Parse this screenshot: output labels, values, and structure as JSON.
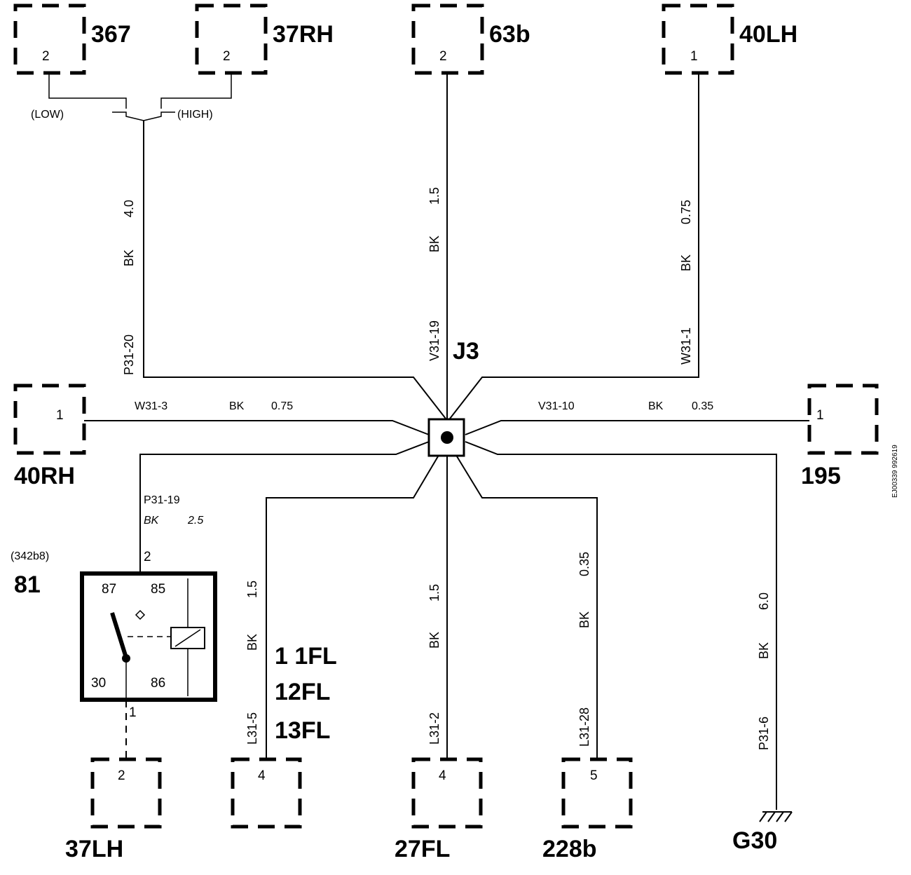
{
  "connectors": {
    "c367": {
      "name": "367",
      "pin": "2"
    },
    "c37rh": {
      "name": "37RH",
      "pin": "2"
    },
    "c63b": {
      "name": "63b",
      "pin": "2"
    },
    "c40lh": {
      "name": "40LH",
      "pin": "1"
    },
    "c40rh": {
      "name": "40RH",
      "pin": "1"
    },
    "c195": {
      "name": "195",
      "pin": "1"
    },
    "c37lh": {
      "name": "37LH",
      "pin": "2"
    },
    "c27fl_l": {
      "name": "",
      "pin": "4"
    },
    "c27fl": {
      "name": "27FL",
      "pin": "4"
    },
    "c228b": {
      "name": "228b",
      "pin": "5"
    }
  },
  "splice": {
    "name": "J3"
  },
  "ground": {
    "name": "G30"
  },
  "speed_labels": {
    "low": "(LOW)",
    "high": "(HIGH)"
  },
  "wires": {
    "w367": {
      "circuit": "P31-20",
      "color": "BK",
      "size": "4.0"
    },
    "w63b": {
      "circuit": "V31-19",
      "color": "BK",
      "size": "1.5"
    },
    "w40lh": {
      "circuit": "W31-1",
      "color": "BK",
      "size": "0.75"
    },
    "w40rh": {
      "circuit": "W31-3",
      "color": "BK",
      "size": "0.75"
    },
    "w195": {
      "circuit": "V31-10",
      "color": "BK",
      "size": "0.35"
    },
    "w81": {
      "circuit": "P31-19",
      "color": "BK",
      "size": "2.5"
    },
    "w11fl": {
      "circuit": "L31-5",
      "color": "BK",
      "size": "1.5"
    },
    "w27fl": {
      "circuit": "L31-2",
      "color": "BK",
      "size": "1.5"
    },
    "w228b": {
      "circuit": "L31-28",
      "color": "BK",
      "size": "0.35"
    },
    "wg30": {
      "circuit": "P31-6",
      "color": "BK",
      "size": "6.0"
    }
  },
  "relay": {
    "ref": "(342b8)",
    "name": "81",
    "pin_top": "2",
    "pin_bottom": "1",
    "terminals": {
      "t87": "87",
      "t85": "85",
      "t30": "30",
      "t86": "86"
    }
  },
  "fl_labels": [
    "1 1FL",
    "12FL",
    "13FL"
  ],
  "doc_id": "EJ00339 992619"
}
